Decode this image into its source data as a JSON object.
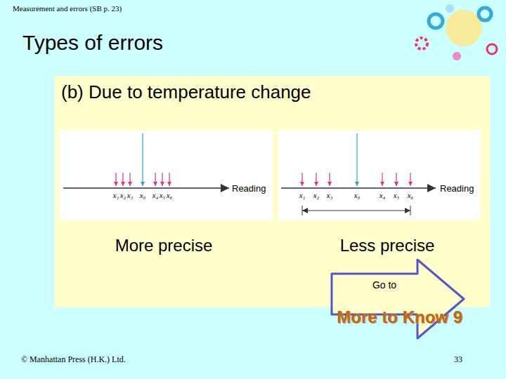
{
  "diagram": {
    "title": "Types of errors",
    "nodes": [
      {
        "text": [
          "(b) Due to temperature change"
        ]
      },
      {
        "text": [
          "Go to",
          "More to Know 9"
        ]
      }
    ],
    "labels": [
      "Measurement and errors (SB p. 23)",
      "x₁",
      "x₂",
      "x₃",
      "x₀",
      "x₄",
      "x₅",
      "x₆",
      "Reading",
      "x₁",
      "x₂",
      "x₃",
      "x₀",
      "x₄",
      "x₅",
      "x₆",
      "Reading",
      "More precise",
      "Less precise",
      "© Manhattan Press (H.K.) Ltd.",
      "33"
    ]
  }
}
